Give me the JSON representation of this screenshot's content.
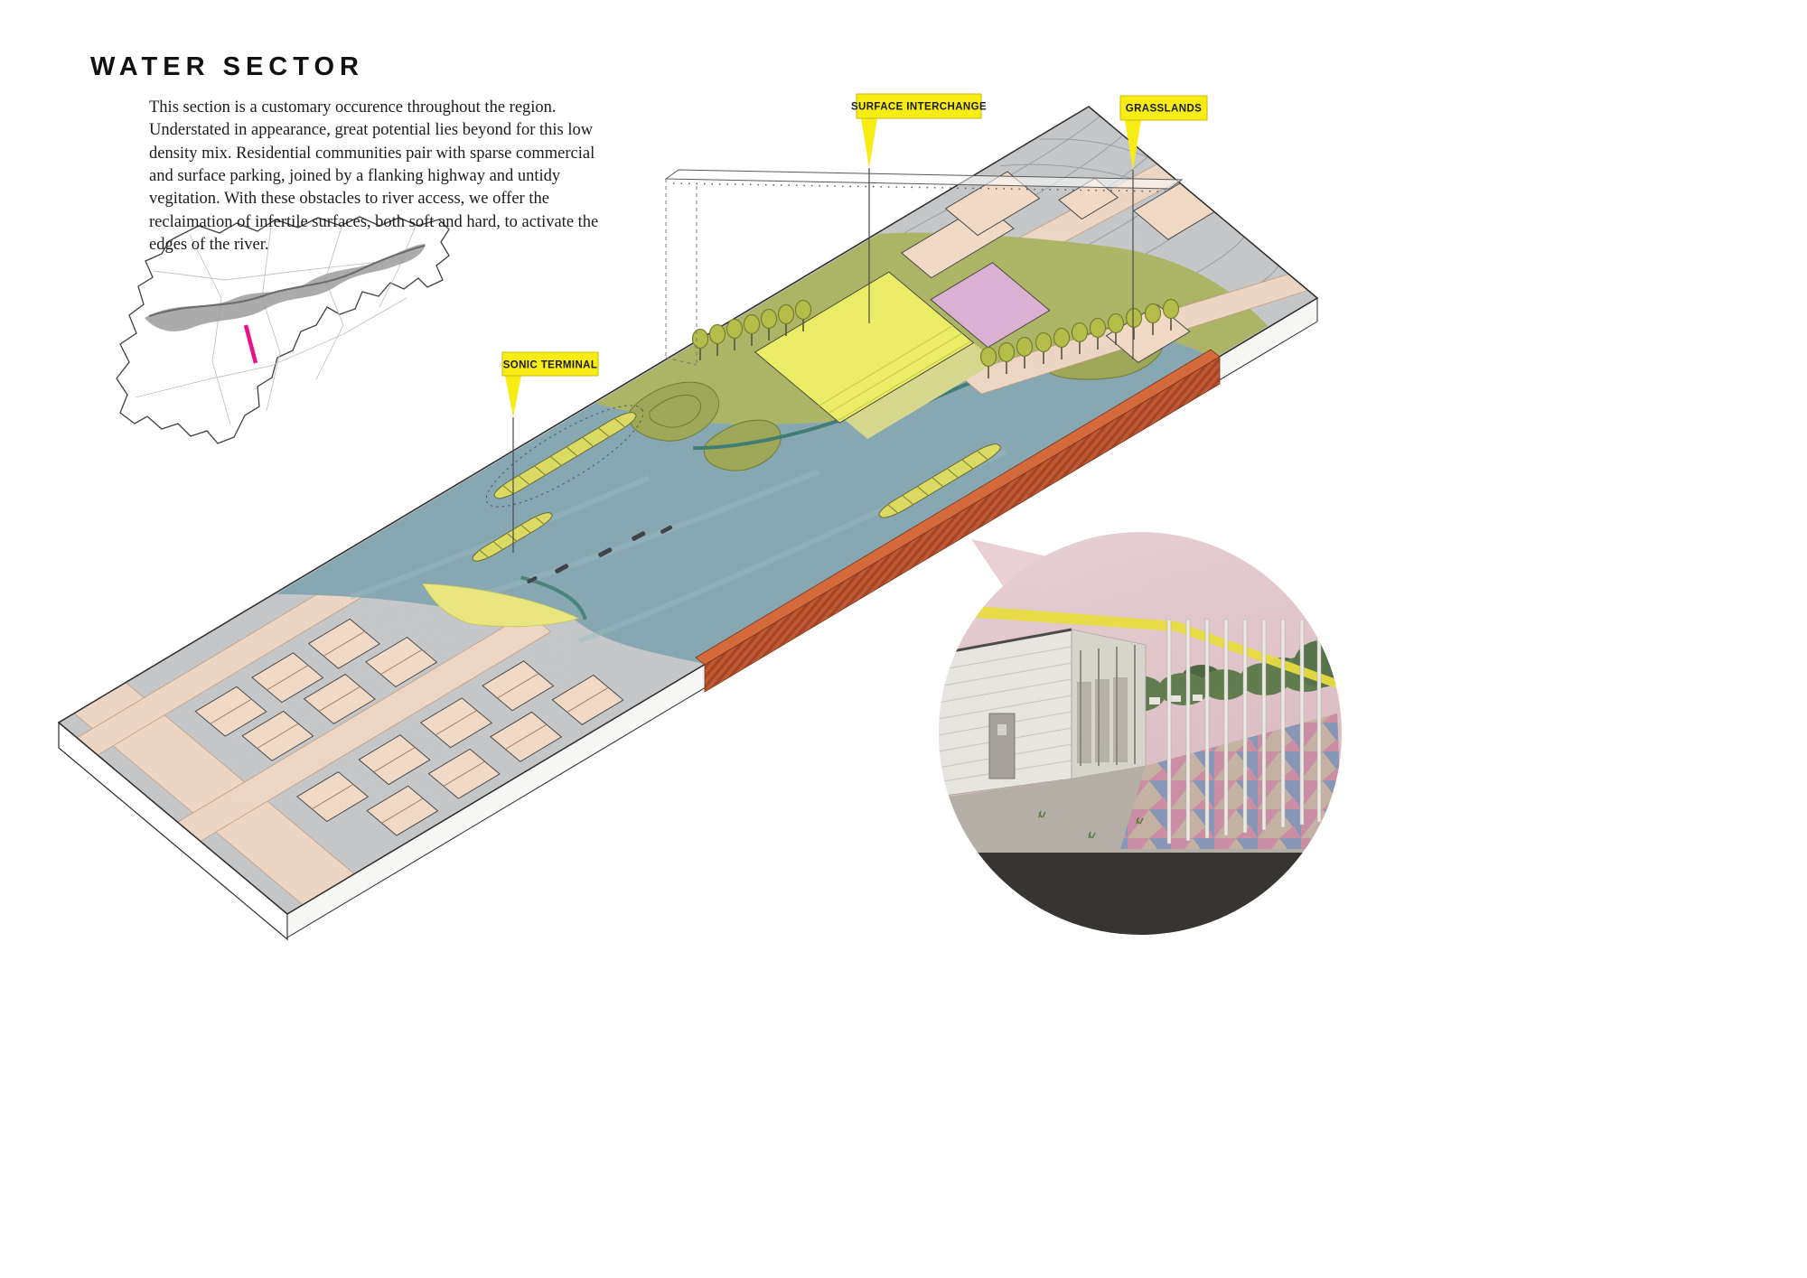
{
  "header": {
    "title": "WATER SECTOR",
    "description": "This section is a customary occurence throughout the region. Understated in appearance, great potential lies beyond for this low density mix. Residential communities pair with sparse commercial and surface parking, joined by a flanking highway and untidy vegitation. With these obstacles to river access, we offer the reclaimation of infertile surfaces, both soft and hard, to activate the edges of the river."
  },
  "flags": [
    {
      "id": "sonic-terminal",
      "label": "SONIC TERMINAL"
    },
    {
      "id": "surface-interchange",
      "label": "SURFACE INTERCHANGE"
    },
    {
      "id": "grasslands",
      "label": "GRASSLANDS"
    }
  ],
  "colors": {
    "flag": "#f7ec13",
    "water": "#87a9b4",
    "ground": "#c7c9cb",
    "road": "#f0d8c6",
    "building": "#f4dcc8",
    "green": "#aeb766",
    "platform": "#eef066",
    "pink_building": "#ddb2d6",
    "wall": "#c05832",
    "marker": "#ea0f8c"
  }
}
